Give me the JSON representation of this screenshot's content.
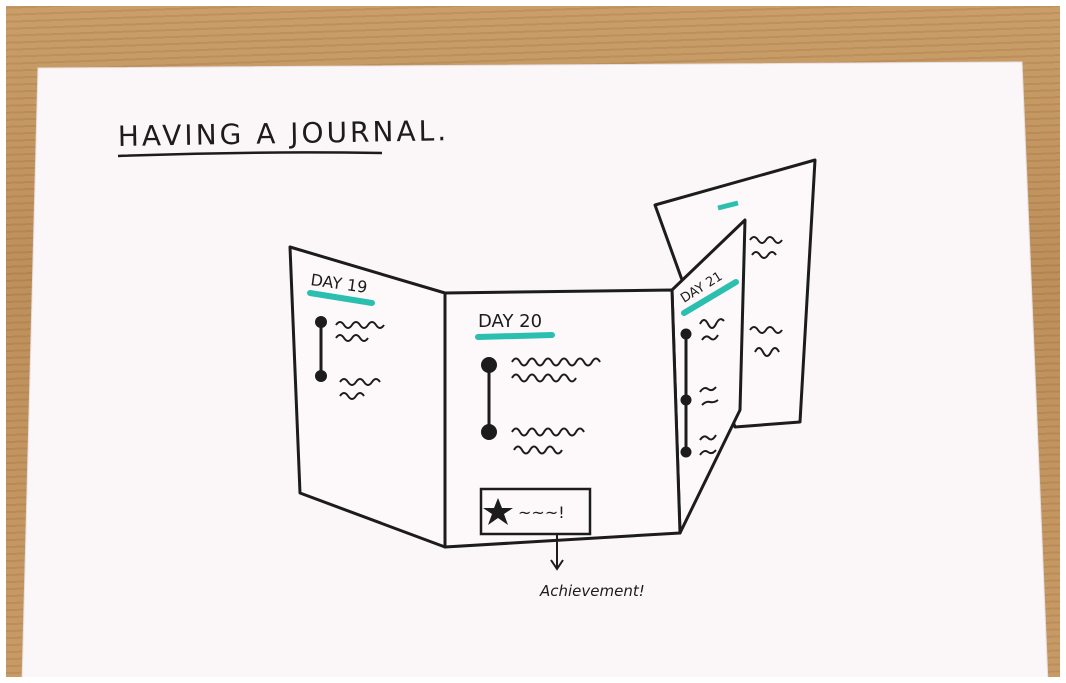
{
  "title": "HAVING A JOURNAL.",
  "colors": {
    "ink": "#1c1c1c",
    "highlight": "#2bbfb0",
    "paper": "#fbf6f8",
    "wood": "#c3945e"
  },
  "pages": {
    "left": {
      "day_label": "DAY 19"
    },
    "center": {
      "day_label": "DAY 20",
      "achievement_text": "~~~!"
    },
    "right": {
      "day_label": "DAY 21"
    }
  },
  "callout": {
    "label": "Achievement!"
  },
  "icons": [
    "star-icon",
    "timeline-dot-icon",
    "down-arrow-icon"
  ]
}
